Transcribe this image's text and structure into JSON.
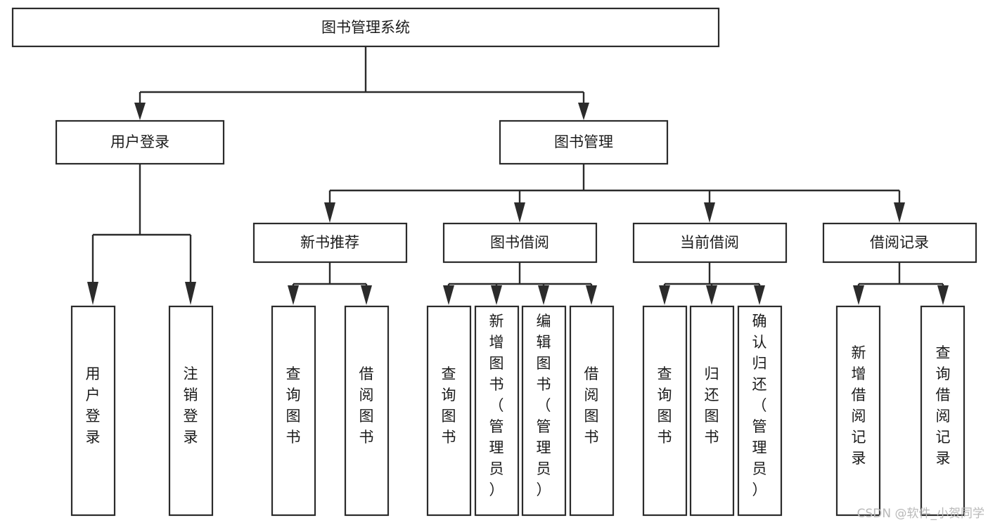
{
  "diagram": {
    "title": "图书管理系统",
    "type": "tree-hierarchy-chart",
    "root": {
      "id": "root",
      "label": "图书管理系统",
      "orientation": "horizontal"
    },
    "level1": [
      {
        "id": "user-login",
        "label": "用户登录",
        "orientation": "horizontal"
      },
      {
        "id": "book-management",
        "label": "图书管理",
        "orientation": "horizontal"
      }
    ],
    "level2": [
      {
        "id": "new-book-recommend",
        "label": "新书推荐",
        "parent": "book-management",
        "orientation": "horizontal"
      },
      {
        "id": "book-borrow",
        "label": "图书借阅",
        "parent": "book-management",
        "orientation": "horizontal"
      },
      {
        "id": "current-borrow",
        "label": "当前借阅",
        "parent": "book-management",
        "orientation": "horizontal"
      },
      {
        "id": "borrow-record",
        "label": "借阅记录",
        "parent": "book-management",
        "orientation": "horizontal"
      }
    ],
    "leaves": [
      {
        "id": "leaf-user-login",
        "label": "用户登录",
        "parent": "user-login",
        "orientation": "vertical"
      },
      {
        "id": "leaf-logout-login",
        "label": "注销登录",
        "parent": "user-login",
        "orientation": "vertical"
      },
      {
        "id": "leaf-query-book-1",
        "label": "查询图书",
        "parent": "new-book-recommend",
        "orientation": "vertical"
      },
      {
        "id": "leaf-borrow-book-1",
        "label": "借阅图书",
        "parent": "new-book-recommend",
        "orientation": "vertical"
      },
      {
        "id": "leaf-query-book-2",
        "label": "查询图书",
        "parent": "book-borrow",
        "orientation": "vertical"
      },
      {
        "id": "leaf-add-book",
        "label": "新增图书（管理员）",
        "parent": "book-borrow",
        "orientation": "vertical"
      },
      {
        "id": "leaf-edit-book",
        "label": "编辑图书（管理员）",
        "parent": "book-borrow",
        "orientation": "vertical"
      },
      {
        "id": "leaf-borrow-book-2",
        "label": "借阅图书",
        "parent": "book-borrow",
        "orientation": "vertical"
      },
      {
        "id": "leaf-query-book-3",
        "label": "查询图书",
        "parent": "current-borrow",
        "orientation": "vertical"
      },
      {
        "id": "leaf-return-book",
        "label": "归还图书",
        "parent": "current-borrow",
        "orientation": "vertical"
      },
      {
        "id": "leaf-confirm-return",
        "label": "确认归还（管理员）",
        "parent": "current-borrow",
        "orientation": "vertical"
      },
      {
        "id": "leaf-add-record",
        "label": "新增借阅记录",
        "parent": "borrow-record",
        "orientation": "vertical"
      },
      {
        "id": "leaf-query-record",
        "label": "查询借阅记录",
        "parent": "borrow-record",
        "orientation": "vertical"
      }
    ]
  },
  "watermark": {
    "text": "CSDN @软件_小贺同学"
  },
  "colors": {
    "stroke": "#2b2b2b",
    "box_fill": "#ffffff",
    "text": "#1b1b1b",
    "watermark": "#b9b9b9",
    "background": "#ffffff"
  }
}
